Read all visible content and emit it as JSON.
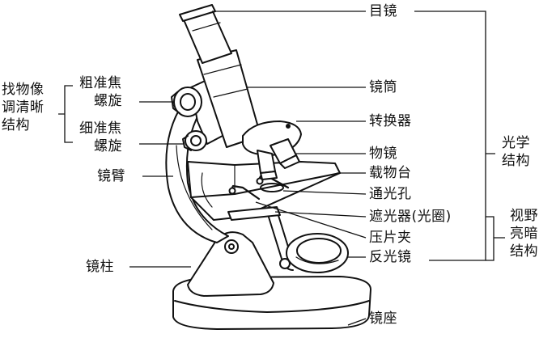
{
  "right_labels": {
    "eyepiece": "目镜",
    "tube": "镜筒",
    "nosepiece": "转换器",
    "objective": "物镜",
    "stage": "载物台",
    "stage_hole": "通光孔",
    "diaphragm": "遮光器(光圈)",
    "clips": "压片夹",
    "mirror": "反光镜",
    "base": "镜座"
  },
  "left_labels": {
    "coarse_line1": "粗准焦",
    "coarse_line2": "螺旋",
    "fine_line1": "细准焦",
    "fine_line2": "螺旋",
    "arm": "镜臂",
    "pillar": "镜柱"
  },
  "groups": {
    "focus_line1": "找物像",
    "focus_line2": "调清晰",
    "focus_line3": "结构",
    "optical_line1": "光学",
    "optical_line2": "结构",
    "brightness_line1": "视野",
    "brightness_line2": "亮暗",
    "brightness_line3": "结构"
  }
}
